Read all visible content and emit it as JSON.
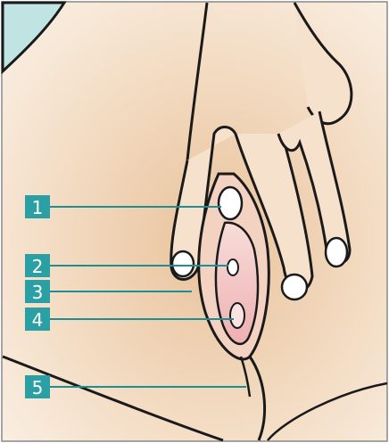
{
  "labels": [
    {
      "number": "1"
    },
    {
      "number": "2"
    },
    {
      "number": "3"
    },
    {
      "number": "4"
    },
    {
      "number": "5"
    }
  ],
  "colors": {
    "label_box": "#2a9fa4",
    "leader_line": "#1d8f94",
    "skin": "#f3dcc3",
    "skin_shadow": "#e9c29b",
    "teal_corner": "#bfe4e2",
    "pink": "#f2c0c0",
    "outline": "#1a1a1a"
  }
}
